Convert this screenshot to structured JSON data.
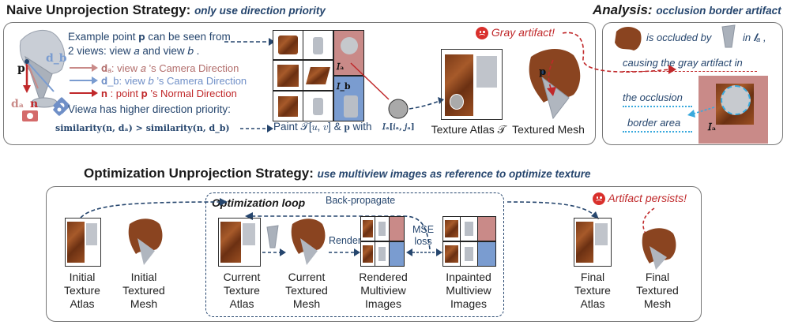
{
  "naive": {
    "title": "Naive Unprojection Strategy:",
    "subtitle": "only use direction priority",
    "desc_line1": "Example point 𝐩  can be seen from",
    "desc_line2": "2 views: view 𝑎  and view 𝑏 .",
    "legend_da": "𝐝ₐ: view 𝑎 ’s Camera Direction",
    "legend_db": "𝐝_b: view 𝑏 ’s Camera Direction",
    "legend_n": "𝐧 : point 𝐩 ’s Normal Direction",
    "priority": "View𝑎  has higher direction priority:",
    "formula": "similarity(𝐧, 𝐝ₐ) > similarity(𝐧, 𝐝_b)",
    "paint": "Paint 𝒯[𝑢, 𝑣]  &  𝐩  with",
    "ia_sample": "𝐼ₐ[𝑖ₐ, 𝑗ₐ]",
    "gray_artifact": "Gray artifact!",
    "atlas_label": "Texture Atlas 𝒯",
    "mesh_label": "Textured Mesh",
    "label_p": "𝐩",
    "label_db": "𝐝_b",
    "label_da": "𝐝ₐ",
    "label_n": "𝐧",
    "label_ia": "𝐼ₐ",
    "label_ib": "𝐼_b"
  },
  "analysis": {
    "title": "Analysis:",
    "subtitle": "occlusion border artifact",
    "line1": "is occluded by",
    "line1_in": "in  𝑰ₐ ,",
    "line2": "causing the gray artifact in",
    "line3": "the occlusion",
    "line4": "border area",
    "label_ia": "𝐼ₐ"
  },
  "optim": {
    "title": "Optimization Unprojection Strategy:",
    "subtitle": "use multiview images as reference to optimize texture",
    "loop_title": "Optimization loop",
    "backprop": "Back-propagate",
    "render": "Render",
    "mse": "MSE\nloss",
    "artifact_persists": "Artifact persists!",
    "labels": {
      "initial_atlas": "Initial\nTexture\nAtlas",
      "initial_mesh": "Initial\nTextured\nMesh",
      "current_atlas": "Current\nTexture\nAtlas",
      "current_mesh": "Current\nTextured\nMesh",
      "rendered": "Rendered\nMultiview\nImages",
      "inpainted": "Inpainted\nMultiview\nImages",
      "final_atlas": "Final\nTexture\nAtlas",
      "final_mesh": "Final\nTextured\nMesh"
    }
  },
  "colors": {
    "navy": "#26466e",
    "red": "#c0282a",
    "pink": "#c98a88",
    "light_blue": "#7a9cd0",
    "wood": "#8a4420",
    "cyan_dotted": "#38a9dd"
  }
}
